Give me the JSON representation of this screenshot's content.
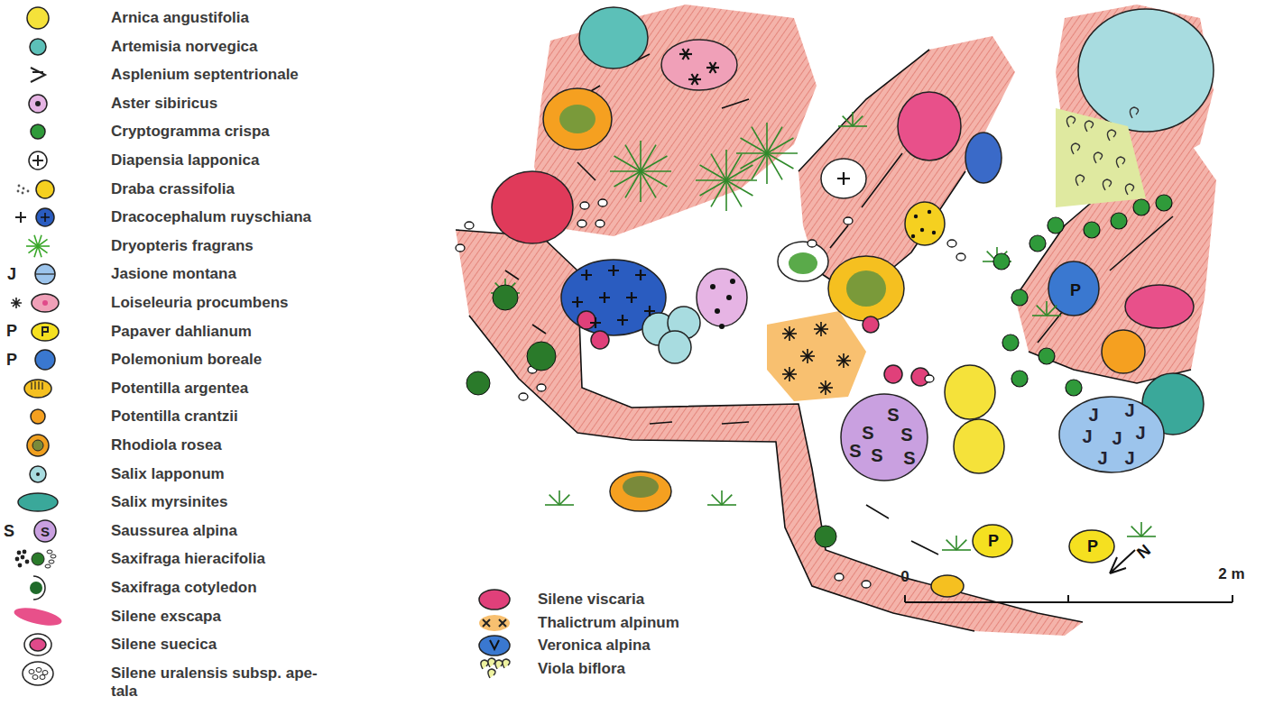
{
  "diagram": {
    "labels": [
      "J",
      "P",
      "P",
      "S",
      "S",
      "S",
      "S",
      "S",
      "S",
      "S",
      "S",
      "J",
      "J",
      "J",
      "J",
      "J",
      "J",
      "J",
      "P",
      "P",
      "P",
      "0",
      "2 m",
      "N"
    ],
    "legend": [
      {
        "text": "Arnica angustifolia",
        "color": "#f5e23a"
      },
      {
        "text": "Artemisia norvegica",
        "color": "#5cc0b8"
      },
      {
        "text": "Asplenium septentrionale"
      },
      {
        "text": "Aster sibiricus",
        "color": "#e6b4e4"
      },
      {
        "text": "Cryptogramma crispa",
        "color": "#2f9a3a"
      },
      {
        "text": "Diapensia lapponica"
      },
      {
        "text": "Draba crassifolia",
        "color": "#f5d020"
      },
      {
        "text": "Dracocephalum ruyschiana",
        "color": "#2a5cc0"
      },
      {
        "text": "Dryopteris fragrans"
      },
      {
        "text": "Jasione montana",
        "color": "#9cc4ec"
      },
      {
        "text": "Loiseleuria procumbens",
        "color": "#f0a0b8"
      },
      {
        "text": "Papaver dahlianum",
        "color": "#f5e020"
      },
      {
        "text": "Polemonium boreale",
        "color": "#3a78d0"
      },
      {
        "text": "Potentilla argentea",
        "color": "#f5c020"
      },
      {
        "text": "Potentilla crantzii",
        "color": "#f5a020"
      },
      {
        "text": "Rhodiola rosea",
        "color": "#f0a020"
      },
      {
        "text": "Salix lapponum",
        "color": "#a8dce0"
      },
      {
        "text": "Salix myrsinites",
        "color": "#3aa89a"
      },
      {
        "text": "Saussurea alpina",
        "color": "#c9a0e0"
      },
      {
        "text": "Saxifraga hieracifolia"
      },
      {
        "text": "Saxifraga cotyledon"
      },
      {
        "text": "Silene exscapa",
        "color": "#e8508a"
      },
      {
        "text": "Silene suecica",
        "color": "#e04a8a"
      },
      {
        "text": "Silene uralensis subsp. ape- tala"
      },
      {
        "text": "Silene viscaria",
        "color": "#e0407a"
      },
      {
        "text": "Thalictrum alpinum",
        "color": "#f8c070"
      },
      {
        "text": "Veronica alpina",
        "color": "#3a78d0"
      },
      {
        "text": "Viola biflora"
      }
    ]
  }
}
